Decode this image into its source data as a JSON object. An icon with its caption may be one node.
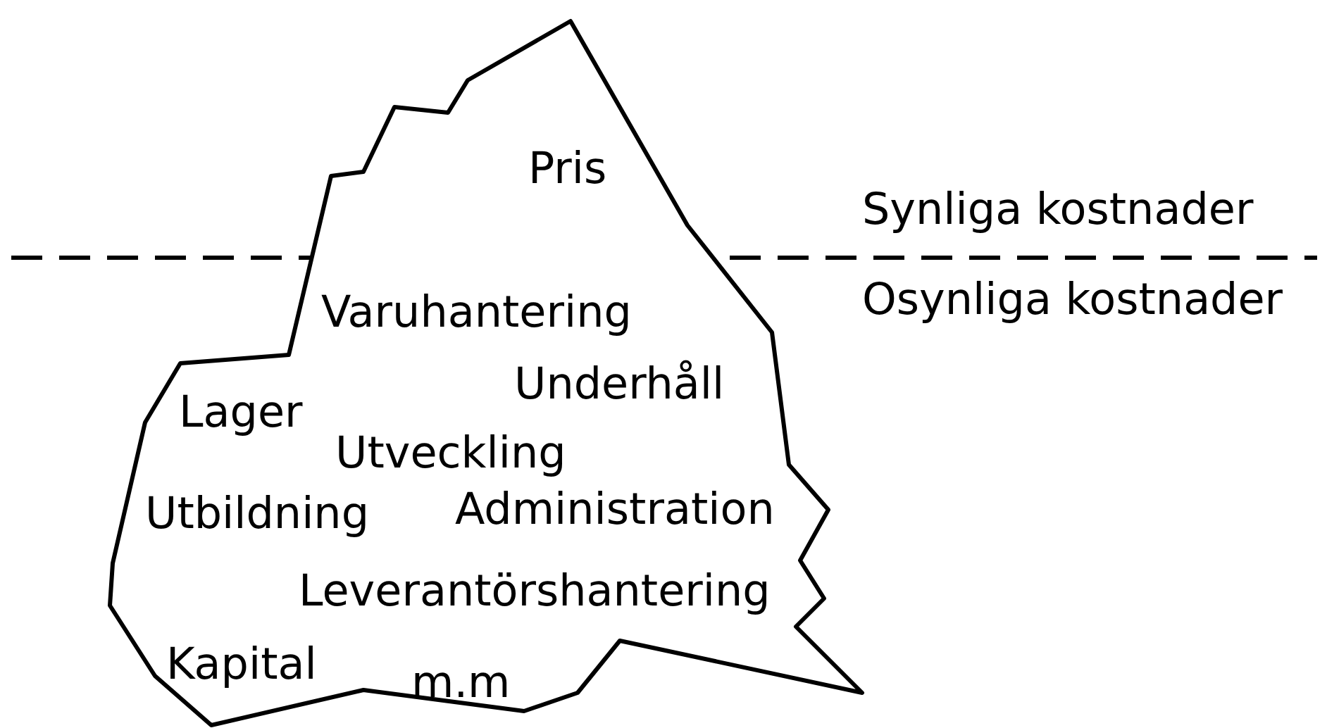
{
  "diagram": {
    "nodes": [
      {
        "text": [
          "Pris",
          "Varuhantering",
          "Underhåll",
          "Lager",
          "Utveckling",
          "Utbildning",
          "Administration",
          "Leverantörshantering",
          "Kapital",
          "m.m"
        ]
      }
    ],
    "labels": [
      "Synliga kostnader",
      "Osynliga kostnader"
    ]
  }
}
